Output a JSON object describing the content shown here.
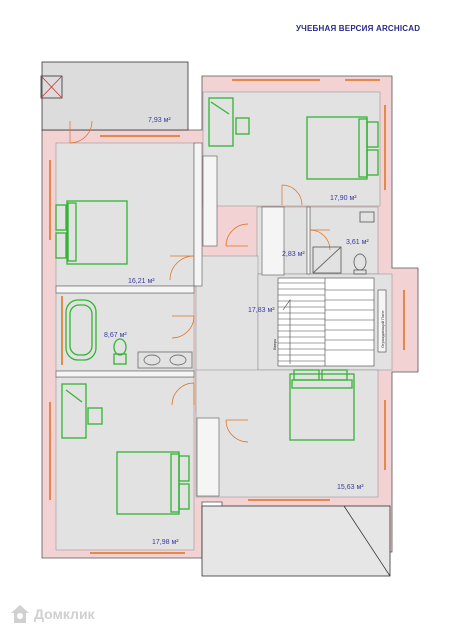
{
  "header": {
    "title": "УЧЕБНАЯ ВЕРСИЯ ARCHICAD"
  },
  "rooms": [
    {
      "id": "balcony",
      "area": "7,93 м²"
    },
    {
      "id": "bedroom-top-right",
      "area": "17,90 м²"
    },
    {
      "id": "bedroom-upper-left",
      "area": "16,21 м²"
    },
    {
      "id": "wc",
      "area": "2,83 м²"
    },
    {
      "id": "bath-small",
      "area": "3,61 м²"
    },
    {
      "id": "hall",
      "area": "17,83 м²"
    },
    {
      "id": "bathroom",
      "area": "8,67 м²"
    },
    {
      "id": "bedroom-lower-left",
      "area": "17,98 м²"
    },
    {
      "id": "bedroom-lower-right",
      "area": "15,63 м²"
    }
  ],
  "stair_labels": {
    "left": "Вверх",
    "right": "Ограждающий Пане"
  },
  "watermark": {
    "text": "Домклик",
    "icon": "house-logo-icon"
  },
  "colors": {
    "wall": "#f2d2d2",
    "wall_outline": "#555555",
    "room_fill": "#e2e2e2",
    "furniture": "#33b533",
    "label": "#3a3aa0",
    "window": "#e07020"
  }
}
